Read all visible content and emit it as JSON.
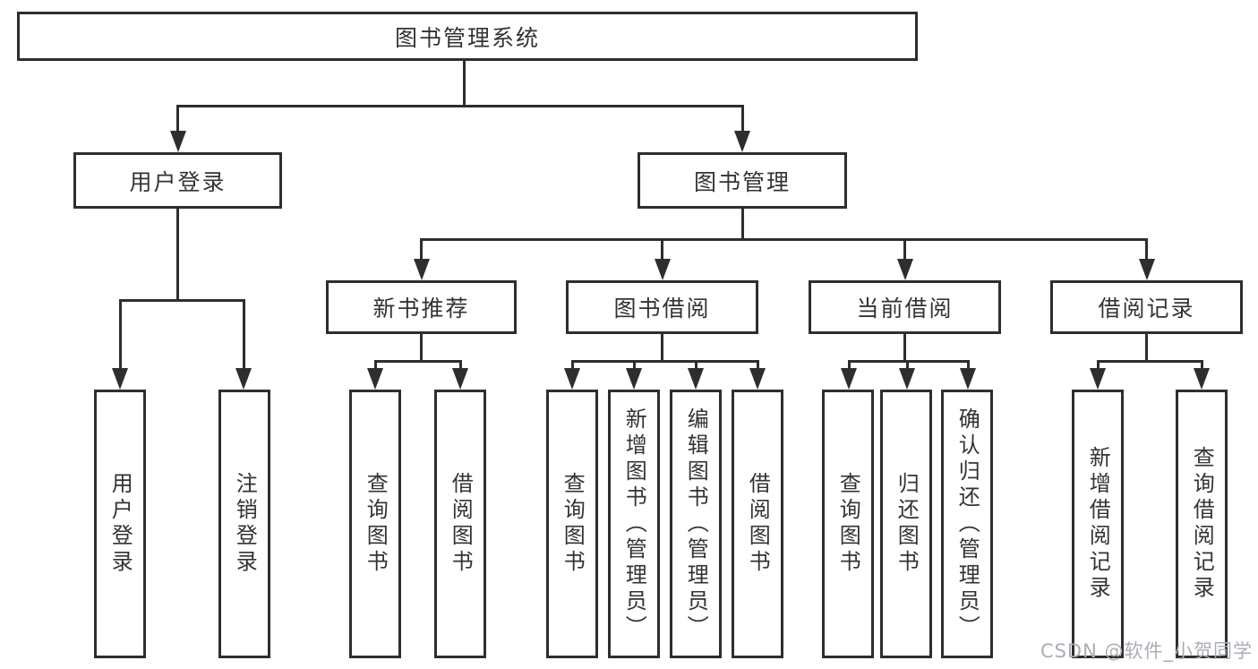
{
  "diagram": {
    "colors": {
      "line": "#2e2e2e",
      "text": "#333333",
      "background": "#ffffff",
      "watermark": "#a9aeb4"
    },
    "root": {
      "label": "图书管理系统"
    },
    "user_login": {
      "label": "用户登录",
      "children": [
        {
          "label": "用户登录"
        },
        {
          "label": "注销登录"
        }
      ]
    },
    "book_mgmt": {
      "label": "图书管理",
      "groups": [
        {
          "label": "新书推荐",
          "children": [
            {
              "label": "查询图书"
            },
            {
              "label": "借阅图书"
            }
          ]
        },
        {
          "label": "图书借阅",
          "children": [
            {
              "label": "查询图书"
            },
            {
              "label": "新增图书（管理员）"
            },
            {
              "label": "编辑图书（管理员）"
            },
            {
              "label": "借阅图书"
            }
          ]
        },
        {
          "label": "当前借阅",
          "children": [
            {
              "label": "查询图书"
            },
            {
              "label": "归还图书"
            },
            {
              "label": "确认归还（管理员）"
            }
          ]
        },
        {
          "label": "借阅记录",
          "children": [
            {
              "label": "新增借阅记录"
            },
            {
              "label": "查询借阅记录"
            }
          ]
        }
      ]
    },
    "watermark": "CSDN @软件_小贺同学"
  }
}
